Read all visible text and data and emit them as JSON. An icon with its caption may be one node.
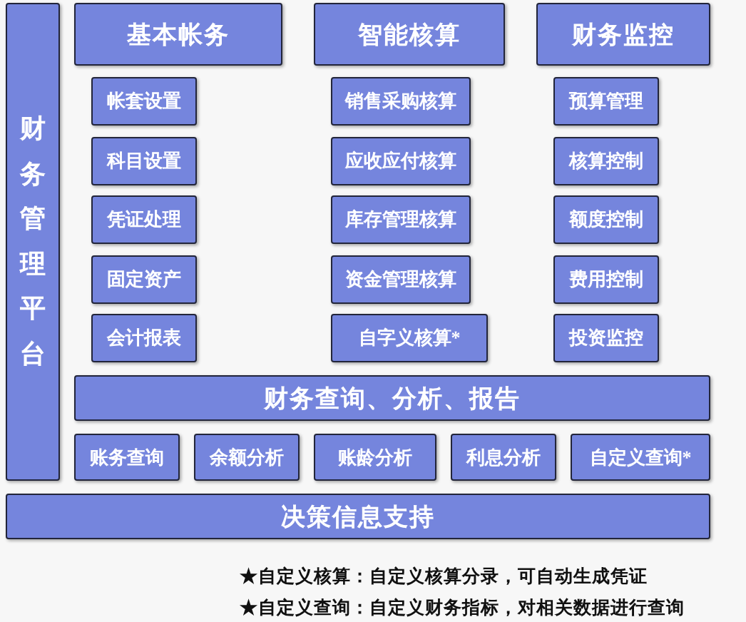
{
  "diagram": {
    "nodes": [
      {
        "text": [
          "财务管理平台"
        ]
      },
      {
        "text": [
          "基本帐务"
        ]
      },
      {
        "text": [
          "智能核算"
        ]
      },
      {
        "text": [
          "财务监控"
        ]
      },
      {
        "text": [
          "帐套设置"
        ]
      },
      {
        "text": [
          "销售采购核算"
        ]
      },
      {
        "text": [
          "预算管理"
        ]
      },
      {
        "text": [
          "科目设置"
        ]
      },
      {
        "text": [
          "应收应付核算"
        ]
      },
      {
        "text": [
          "核算控制"
        ]
      },
      {
        "text": [
          "凭证处理"
        ]
      },
      {
        "text": [
          "库存管理核算"
        ]
      },
      {
        "text": [
          "额度控制"
        ]
      },
      {
        "text": [
          "固定资产"
        ]
      },
      {
        "text": [
          "资金管理核算"
        ]
      },
      {
        "text": [
          "费用控制"
        ]
      },
      {
        "text": [
          "会计报表"
        ]
      },
      {
        "text": [
          "自字义核算*"
        ]
      },
      {
        "text": [
          "投资监控"
        ]
      },
      {
        "text": [
          "财务查询、分析、报告"
        ]
      },
      {
        "text": [
          "账务查询"
        ]
      },
      {
        "text": [
          "余额分析"
        ]
      },
      {
        "text": [
          "账龄分析"
        ]
      },
      {
        "text": [
          "利息分析"
        ]
      },
      {
        "text": [
          "自定义查询*"
        ]
      },
      {
        "text": [
          "决策信息支持"
        ]
      }
    ],
    "labels": [
      "★自定义核算：自定义核算分录，可自动生成凭证",
      "★自定义查询：自定义财务指标，对相关数据进行查询"
    ]
  }
}
